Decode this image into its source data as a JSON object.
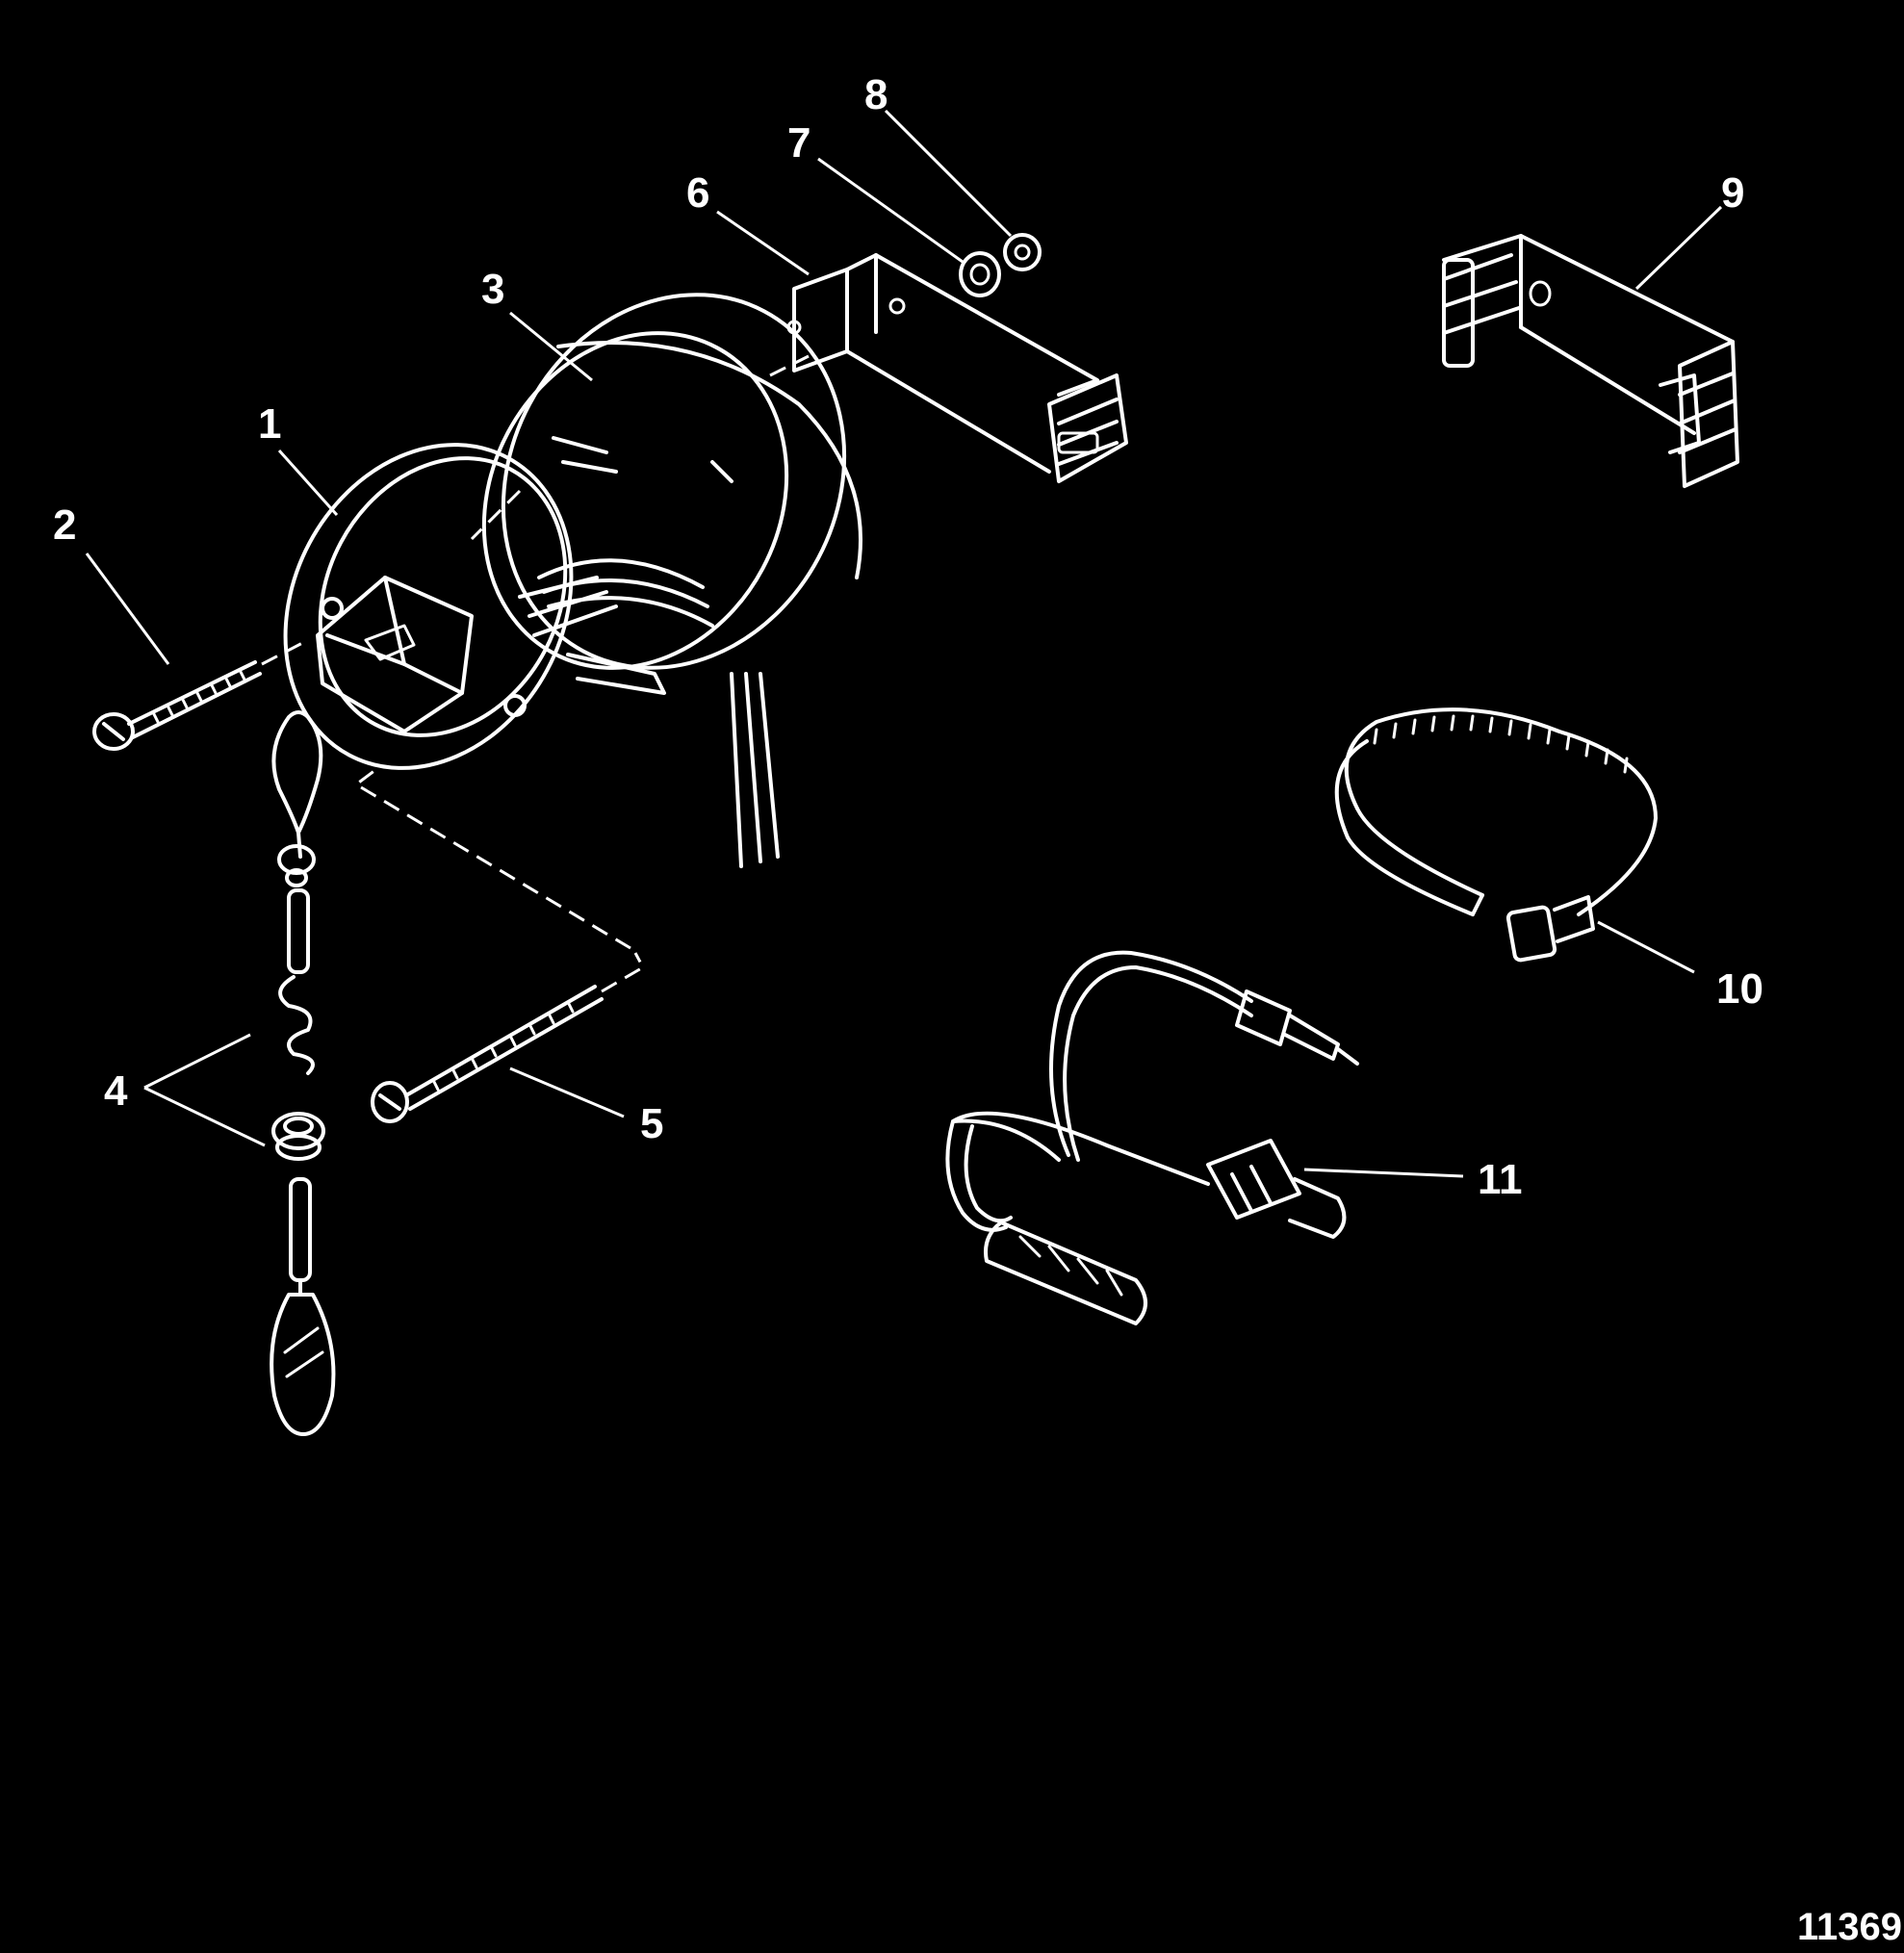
{
  "diagram": {
    "colors": {
      "background": "#000000",
      "line": "#ffffff"
    },
    "callouts": [
      {
        "id": "1",
        "label": "1"
      },
      {
        "id": "2",
        "label": "2"
      },
      {
        "id": "3",
        "label": "3"
      },
      {
        "id": "4",
        "label": "4"
      },
      {
        "id": "5",
        "label": "5"
      },
      {
        "id": "6",
        "label": "6"
      },
      {
        "id": "7",
        "label": "7"
      },
      {
        "id": "8",
        "label": "8"
      },
      {
        "id": "9",
        "label": "9"
      },
      {
        "id": "10",
        "label": "10"
      },
      {
        "id": "11",
        "label": "11"
      }
    ],
    "figure_number": "11369"
  }
}
